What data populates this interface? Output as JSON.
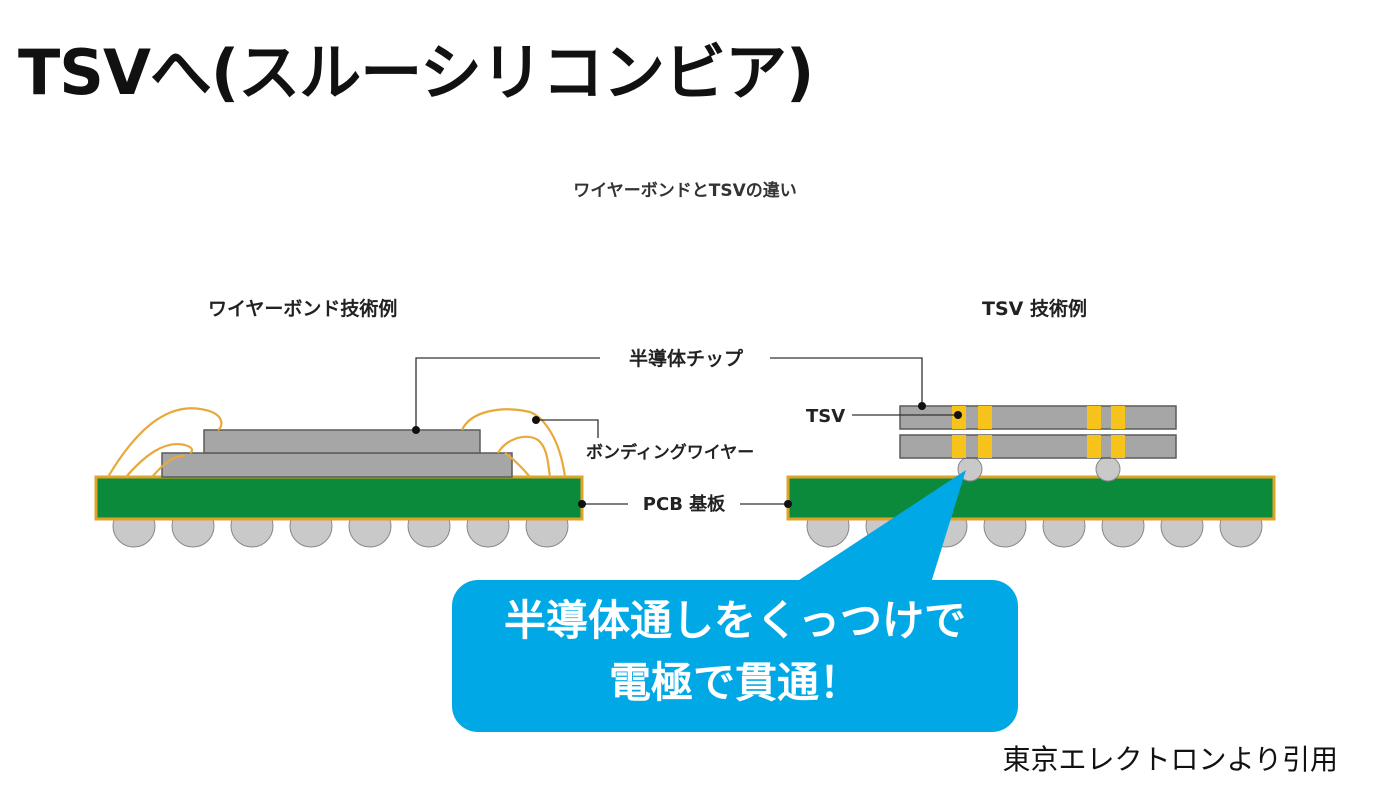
{
  "title": "TSVへ(スルーシリコンビア)",
  "caption": "ワイヤーボンドとTSVの違い",
  "left_heading": "ワイヤーボンド技術例",
  "right_heading": "TSV 技術例",
  "labels": {
    "chip": "半導体チップ",
    "tsv": "TSV",
    "wire": "ボンディングワイヤー",
    "pcb": "PCB 基板"
  },
  "callout": {
    "line1": "半導体通しをくっつけで",
    "line2": "電極で貫通！"
  },
  "credit": "東京エレクトロンより引用",
  "colors": {
    "pcb": "#0b8a3c",
    "pcb_border": "#e0a32a",
    "chip": "#a6a6a6",
    "chip_border": "#5a5a5a",
    "ball": "#c9c9c9",
    "wire": "#e8a93a",
    "tsv_via": "#f6c21c",
    "callout": "#00a8e6"
  }
}
